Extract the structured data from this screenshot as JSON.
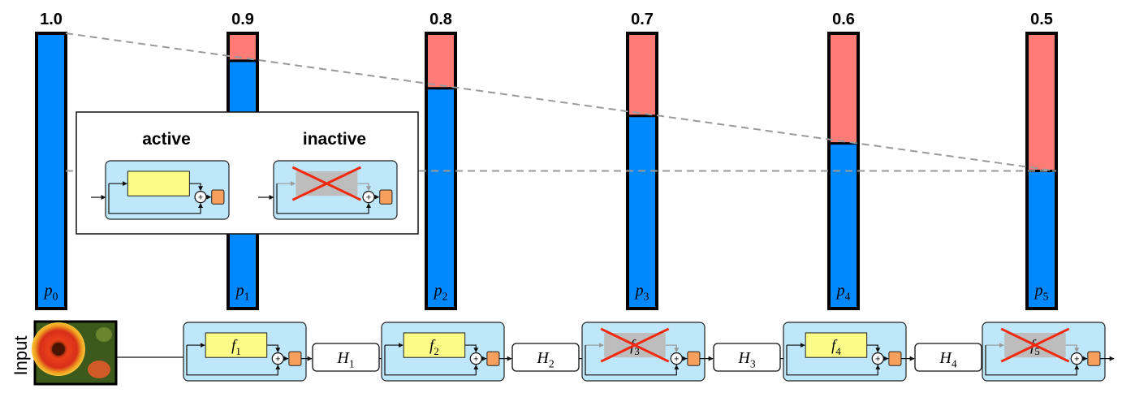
{
  "colors": {
    "survive": "#0088ff",
    "drop": "#ff7b75",
    "block_bg": "#bee7fb",
    "residual_fn": "#fbfb88",
    "dropped_fn": "#bdbdbd",
    "activation": "#f7a05e",
    "cross": "#f02a10",
    "trend_line": "#9a9a9a"
  },
  "bars": [
    {
      "prob": 1.0,
      "label": "1.0",
      "var": "p",
      "sub": "0"
    },
    {
      "prob": 0.9,
      "label": "0.9",
      "var": "p",
      "sub": "1"
    },
    {
      "prob": 0.8,
      "label": "0.8",
      "var": "p",
      "sub": "2"
    },
    {
      "prob": 0.7,
      "label": "0.7",
      "var": "p",
      "sub": "3"
    },
    {
      "prob": 0.6,
      "label": "0.6",
      "var": "p",
      "sub": "4"
    },
    {
      "prob": 0.5,
      "label": "0.5",
      "var": "p",
      "sub": "5"
    }
  ],
  "legend": {
    "active_label": "active",
    "inactive_label": "inactive"
  },
  "input_label": "Input",
  "blocks": [
    {
      "var": "f",
      "sub": "1",
      "active": true
    },
    {
      "var": "f",
      "sub": "2",
      "active": true
    },
    {
      "var": "f",
      "sub": "3",
      "active": false
    },
    {
      "var": "f",
      "sub": "4",
      "active": true
    },
    {
      "var": "f",
      "sub": "5",
      "active": false
    }
  ],
  "transitions": [
    {
      "var": "H",
      "sub": "1"
    },
    {
      "var": "H",
      "sub": "2"
    },
    {
      "var": "H",
      "sub": "3"
    },
    {
      "var": "H",
      "sub": "4"
    }
  ],
  "plus_symbol": "+"
}
